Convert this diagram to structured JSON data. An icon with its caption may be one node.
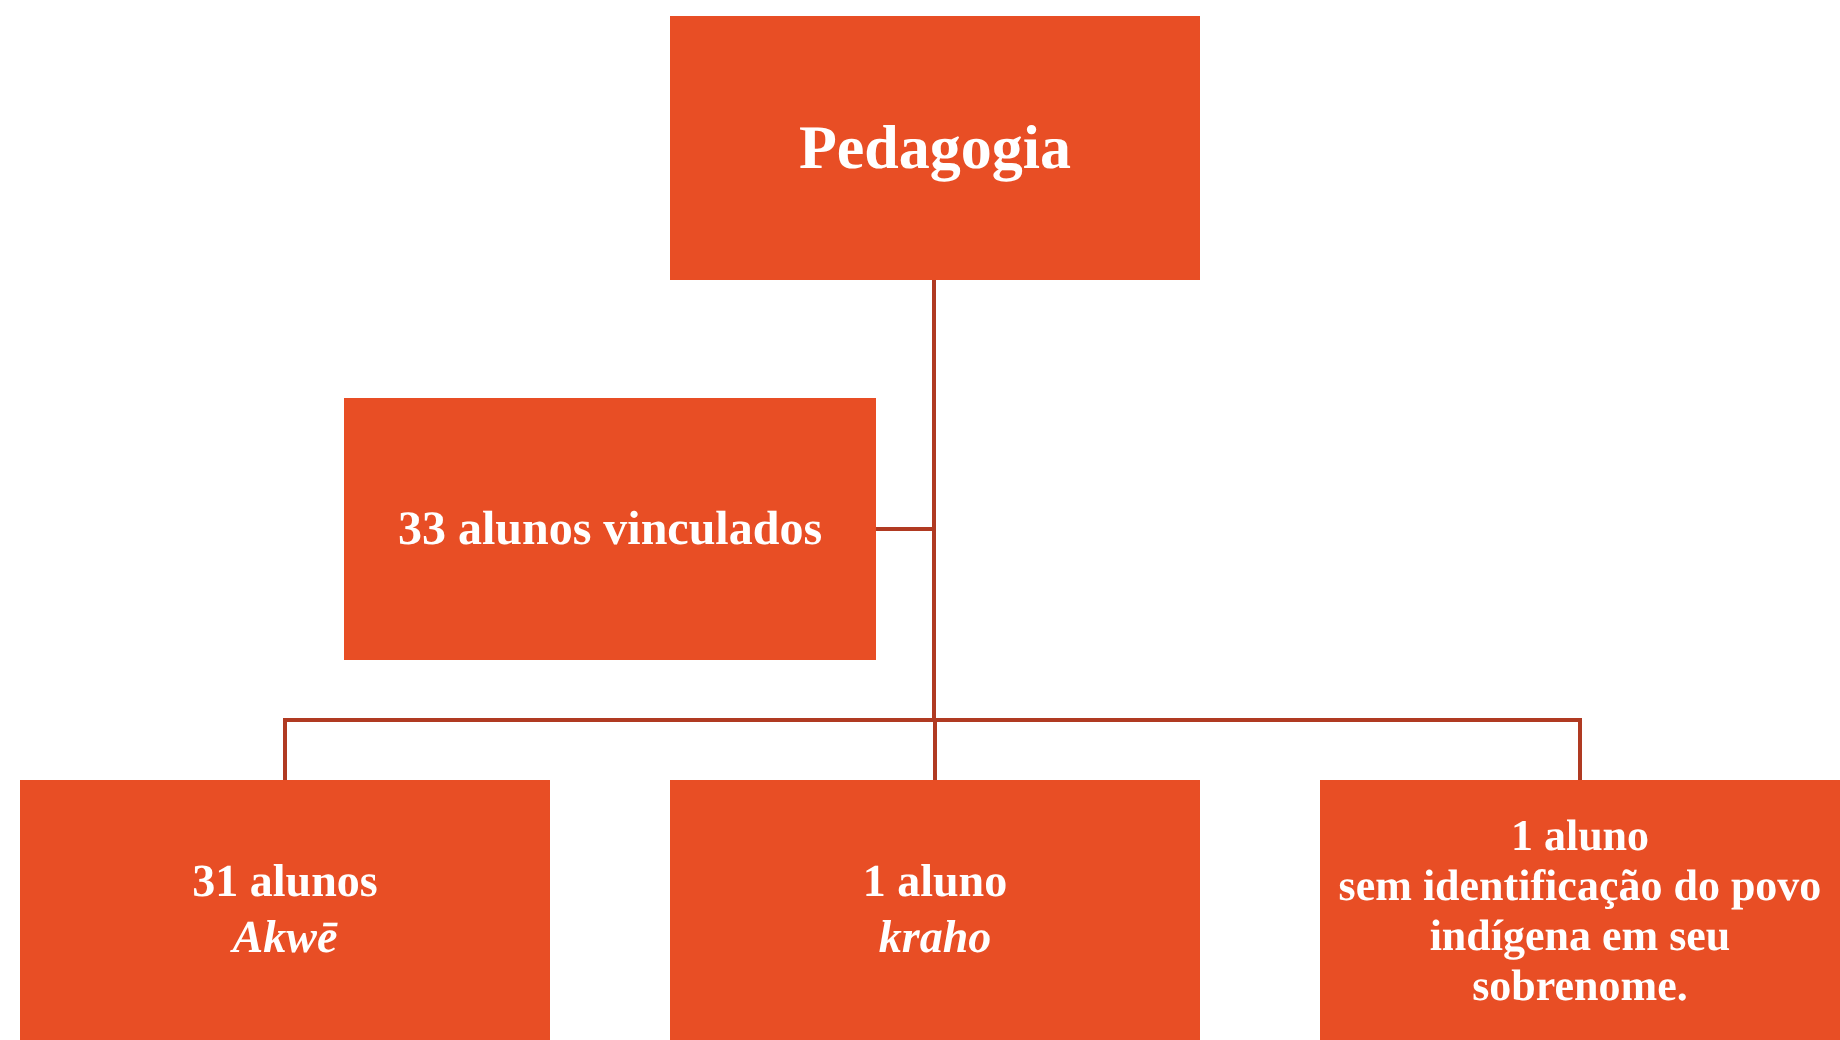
{
  "diagram": {
    "nodes": [
      {
        "text": [
          "Pedagogia"
        ]
      },
      {
        "text": [
          "33 alunos vinculados"
        ]
      },
      {
        "text": [
          "31 alunos",
          "*Akwē*"
        ]
      },
      {
        "text": [
          "1 aluno",
          "*kraho*"
        ]
      },
      {
        "text": [
          "1 aluno",
          "sem identificação do povo indígena em seu sobrenome."
        ]
      }
    ],
    "edges": [
      {
        "from": 0,
        "to": 1,
        "arrow": "none"
      },
      {
        "from": 0,
        "to": 2,
        "arrow": "none"
      },
      {
        "from": 0,
        "to": 3,
        "arrow": "none"
      },
      {
        "from": 0,
        "to": 4,
        "arrow": "none"
      }
    ]
  }
}
